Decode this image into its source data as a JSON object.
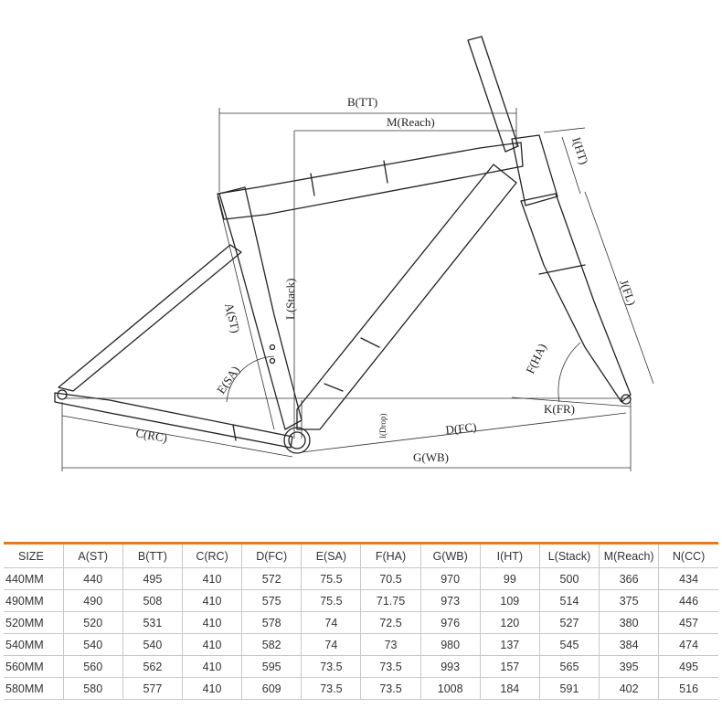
{
  "diagram": {
    "labels": {
      "tt": "B(TT)",
      "reach": "M(Reach)",
      "ht": "I(HT)",
      "fl": "J(FL)",
      "stack": "L(Stack)",
      "st": "A(ST)",
      "sa": "E(SA)",
      "ha": "F(HA)",
      "fr": "K(FR)",
      "drop": "I(Drop)",
      "fc": "D(FC)",
      "rc": "C(RC)",
      "wb": "G(WB)"
    }
  },
  "table": {
    "accent": "#e87a1e",
    "headers": [
      "SIZE",
      "A(ST)",
      "B(TT)",
      "C(RC)",
      "D(FC)",
      "E(SA)",
      "F(HA)",
      "G(WB)",
      "I(HT)",
      "L(Stack)",
      "M(Reach)",
      "N(CC)"
    ],
    "rows": [
      [
        "440MM",
        "440",
        "495",
        "410",
        "572",
        "75.5",
        "70.5",
        "970",
        "99",
        "500",
        "366",
        "434"
      ],
      [
        "490MM",
        "490",
        "508",
        "410",
        "575",
        "75.5",
        "71.75",
        "973",
        "109",
        "514",
        "375",
        "446"
      ],
      [
        "520MM",
        "520",
        "531",
        "410",
        "578",
        "74",
        "72.5",
        "976",
        "120",
        "527",
        "380",
        "457"
      ],
      [
        "540MM",
        "540",
        "540",
        "410",
        "582",
        "74",
        "73",
        "980",
        "137",
        "545",
        "384",
        "474"
      ],
      [
        "560MM",
        "560",
        "562",
        "410",
        "595",
        "73.5",
        "73.5",
        "993",
        "157",
        "565",
        "395",
        "495"
      ],
      [
        "580MM",
        "580",
        "577",
        "410",
        "609",
        "73.5",
        "73.5",
        "1008",
        "184",
        "591",
        "402",
        "516"
      ]
    ]
  }
}
